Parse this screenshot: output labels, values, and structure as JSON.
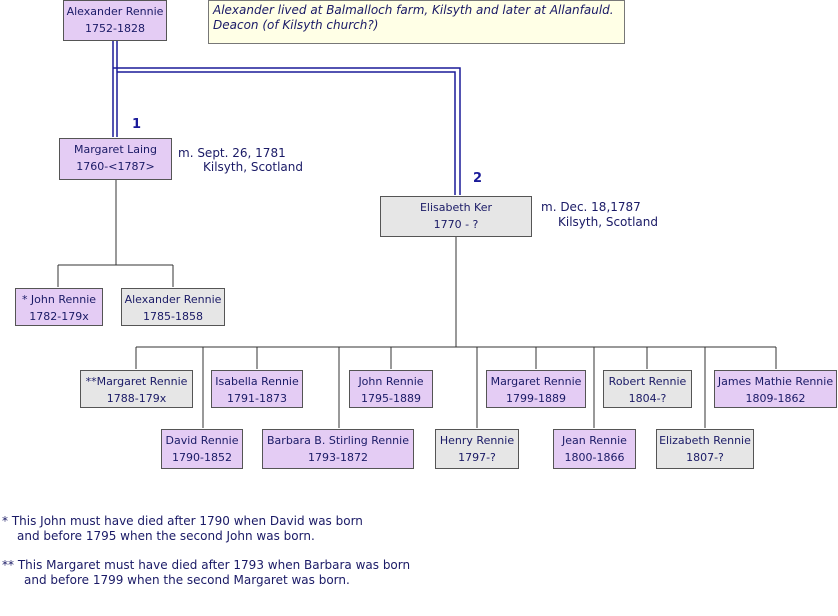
{
  "root": {
    "name": "Alexander Rennie",
    "years": "1752-1828"
  },
  "note": {
    "line1": "Alexander lived at Balmalloch farm, Kilsyth and later at Allanfauld.",
    "line2": "Deacon (of  Kilsyth church?)"
  },
  "wife1": {
    "number": "1",
    "name": "Margaret Laing",
    "years": "1760-<1787>",
    "marriage_line1": "m.  Sept. 26, 1781",
    "marriage_line2": "Kilsyth, Scotland"
  },
  "wife2": {
    "number": "2",
    "name": "Elisabeth Ker",
    "years": "1770 - ?",
    "marriage_line1": "m. Dec. 18,1787",
    "marriage_line2": "Kilsyth, Scotland"
  },
  "children1": [
    {
      "name": "* John Rennie",
      "years": "1782-179x"
    },
    {
      "name": "Alexander Rennie",
      "years": "1785-1858"
    }
  ],
  "children2": [
    {
      "name": "**Margaret Rennie",
      "years": "1788-179x"
    },
    {
      "name": "David Rennie",
      "years": "1790-1852"
    },
    {
      "name": "Isabella Rennie",
      "years": "1791-1873"
    },
    {
      "name": "Barbara B. Stirling Rennie",
      "years": "1793-1872"
    },
    {
      "name": "John Rennie",
      "years": "1795-1889"
    },
    {
      "name": "Henry Rennie",
      "years": "1797-?"
    },
    {
      "name": "Margaret Rennie",
      "years": "1799-1889"
    },
    {
      "name": "Jean Rennie",
      "years": "1800-1866"
    },
    {
      "name": "Robert Rennie",
      "years": "1804-?"
    },
    {
      "name": "Elizabeth Rennie",
      "years": "1807-?"
    },
    {
      "name": "James Mathie Rennie",
      "years": "1809-1862"
    }
  ],
  "footnotes": {
    "f1_line1": "*  This John must have  died after 1790 when David was born",
    "f1_line2": "and before 1795 when the second John was born.",
    "f2_line1": "** This Margaret must have  died after 1793 when Barbara was born",
    "f2_line2": "and before 1799 when the second Margaret was born."
  },
  "colors": {
    "purple_box": "#e4ccf4",
    "grey_box": "#e6e6e6",
    "marriage_line": "#1a1a99",
    "text": "#1a1a66",
    "note_bg": "#ffffe6"
  }
}
